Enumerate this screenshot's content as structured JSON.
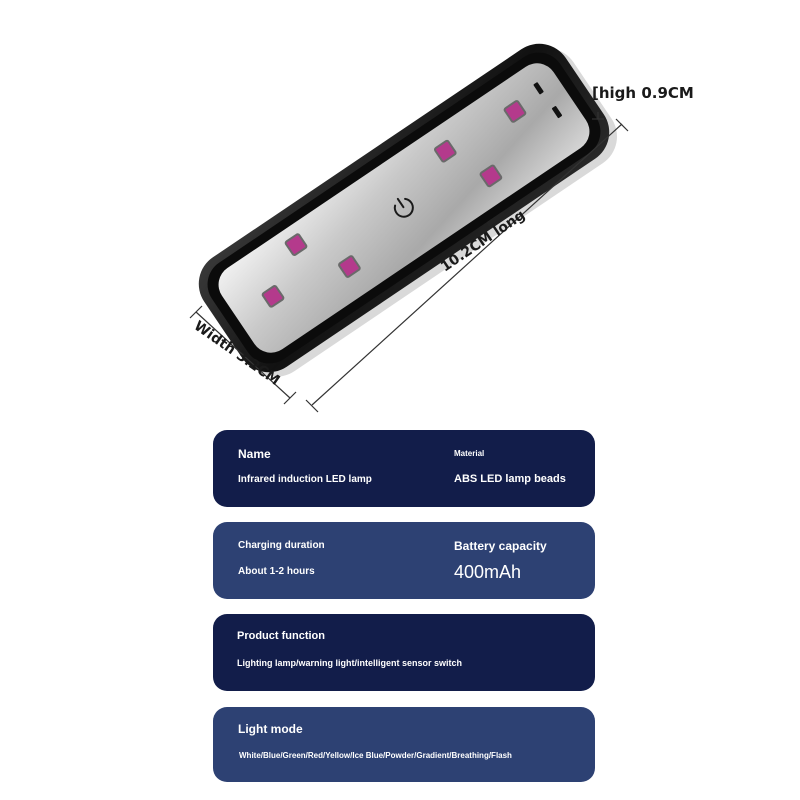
{
  "dimensions": {
    "high": "[high 0.9CM",
    "long": "10.2CM long",
    "width": "Width 3.2CM"
  },
  "specs": {
    "name_label": "Name",
    "name_value": "Infrared induction LED lamp",
    "material_label": "Material",
    "material_value": "ABS LED lamp beads",
    "charging_label": "Charging duration",
    "charging_value": "About 1-2 hours",
    "battery_label": "Battery capacity",
    "battery_value": "400mAh",
    "function_label": "Product function",
    "function_value": "Lighting lamp/warning light/intelligent sensor switch",
    "mode_label": "Light mode",
    "mode_value": "White/Blue/Green/Red/Yellow/Ice Blue/Powder/Gradient/Breathing/Flash"
  },
  "colors": {
    "card_dark": "#121d4a",
    "card_mid": "#2d4173",
    "led_purple": "#b43a8c"
  },
  "icons": {
    "power": "power-icon"
  }
}
